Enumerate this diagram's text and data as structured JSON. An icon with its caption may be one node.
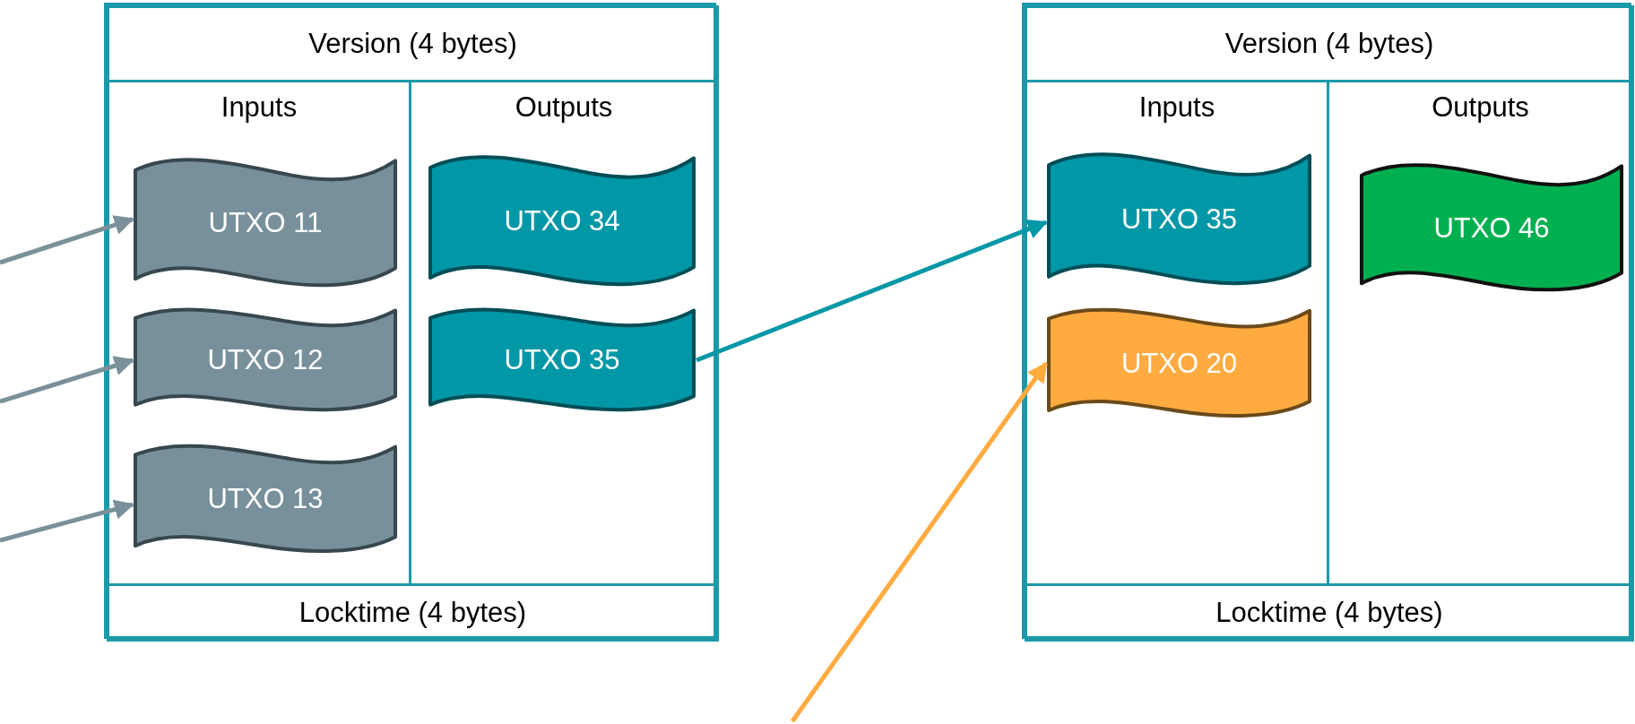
{
  "diagram": {
    "nodes": [
      {
        "text": [],
        "shape": "box"
      },
      {
        "text": [
          "Version (4 bytes)"
        ],
        "in": 0
      },
      {
        "text": [
          "Inputs"
        ],
        "in": 0
      },
      {
        "text": [
          "UTXO 11"
        ],
        "in": 2
      },
      {
        "text": [
          "UTXO 12"
        ],
        "in": 2
      },
      {
        "text": [
          "UTXO 13"
        ],
        "in": 2
      },
      {
        "text": [
          "Outputs"
        ],
        "in": 0
      },
      {
        "text": [
          "UTXO 34"
        ],
        "in": 6
      },
      {
        "text": [
          "UTXO 35"
        ],
        "in": 6
      },
      {
        "text": [
          "Locktime (4 bytes)"
        ],
        "in": 0
      },
      {
        "text": [],
        "shape": "box"
      },
      {
        "text": [
          "Version (4 bytes)"
        ],
        "in": 10
      },
      {
        "text": [
          "Inputs"
        ],
        "in": 10
      },
      {
        "text": [
          "UTXO 35"
        ],
        "in": 12
      },
      {
        "text": [
          "UTXO 20"
        ],
        "in": 12
      },
      {
        "text": [
          "Outputs"
        ],
        "in": 10
      },
      {
        "text": [
          "UTXO 46"
        ],
        "in": 15
      },
      {
        "text": [
          "Locktime (4 bytes)"
        ],
        "in": 10
      }
    ],
    "edges": [
      {
        "from": null,
        "to": 3,
        "arrow": "to"
      },
      {
        "from": null,
        "to": 4,
        "arrow": "to"
      },
      {
        "from": null,
        "to": 5,
        "arrow": "to"
      },
      {
        "from": 8,
        "to": 13,
        "arrow": "to",
        "color": "#0097a7"
      },
      {
        "from": null,
        "to": 14,
        "arrow": "to",
        "color": "#ffab40"
      }
    ]
  }
}
